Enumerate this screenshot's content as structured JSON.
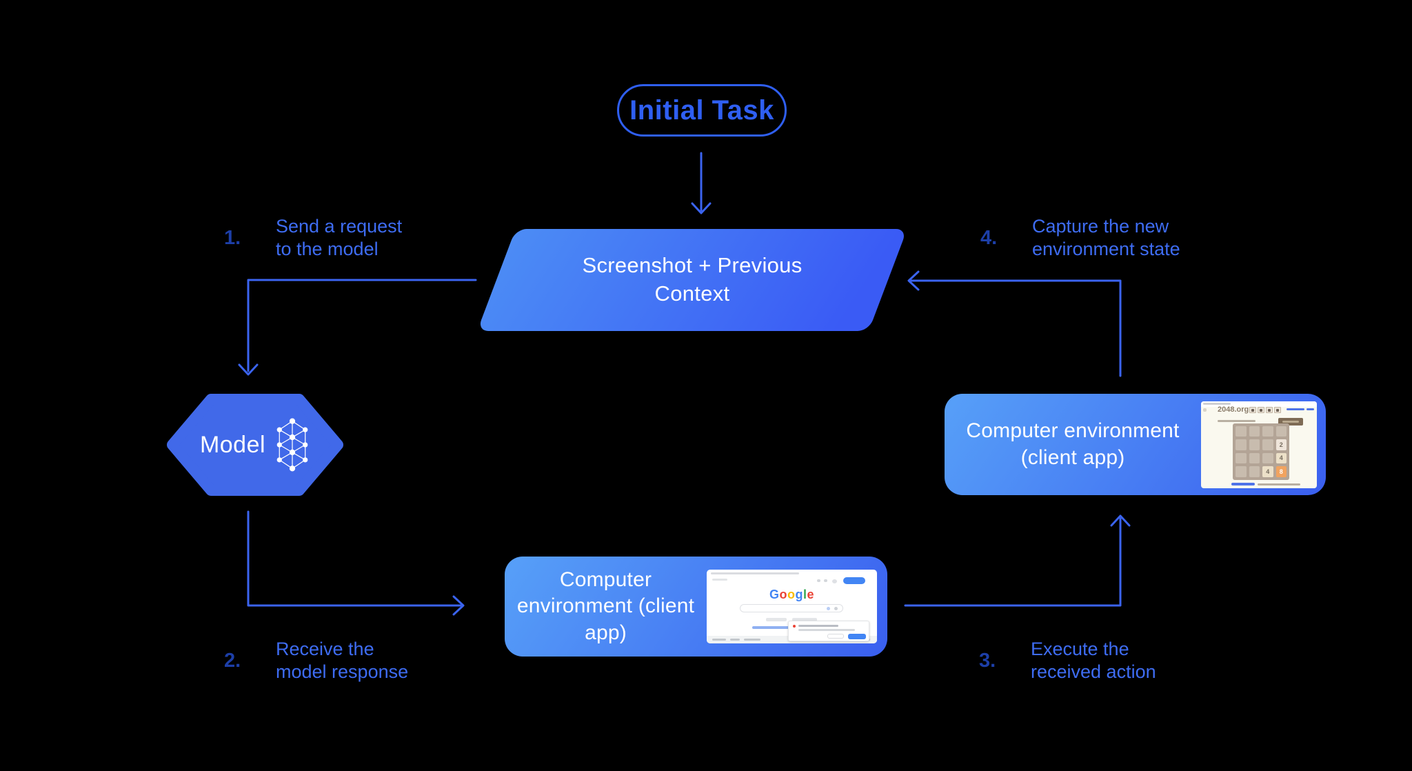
{
  "diagram": {
    "initial_task": "Initial Task",
    "screenshot_node": "Screenshot + Previous Context",
    "model_node": "Model",
    "client_env_bottom": "Computer environment (client app)",
    "client_env_right": "Computer environment (client app)",
    "steps": [
      {
        "number": "1.",
        "text": "Send a request\nto the model"
      },
      {
        "number": "2.",
        "text": "Receive the\nmodel response"
      },
      {
        "number": "3.",
        "text": "Execute the\nreceived action"
      },
      {
        "number": "4.",
        "text": "Capture the new\nenvironment state"
      }
    ]
  },
  "google_thumbnail": {
    "logo": "Google",
    "logo_colors": [
      "#4285F4",
      "#EA4335",
      "#FBBC05",
      "#4285F4",
      "#34A853",
      "#EA4335"
    ]
  },
  "game_thumbnail": {
    "site": "2048.org",
    "tiles": [
      {
        "row": 2,
        "col": 4,
        "value": "2"
      },
      {
        "row": 3,
        "col": 4,
        "value": "4"
      },
      {
        "row": 4,
        "col": 3,
        "value": "4"
      },
      {
        "row": 4,
        "col": 4,
        "value": "8"
      }
    ]
  },
  "colors": {
    "background": "#000000",
    "connector_blue": "#3B64F0",
    "pill_blue": "#2F5FF3",
    "step_text_blue": "#3E6CF2",
    "step_number_blue": "#1D3FA8",
    "node_gradient_light": "#57A0F8",
    "node_gradient_dark": "#3A5FEF",
    "hexagon_fill": "#4169E9"
  }
}
